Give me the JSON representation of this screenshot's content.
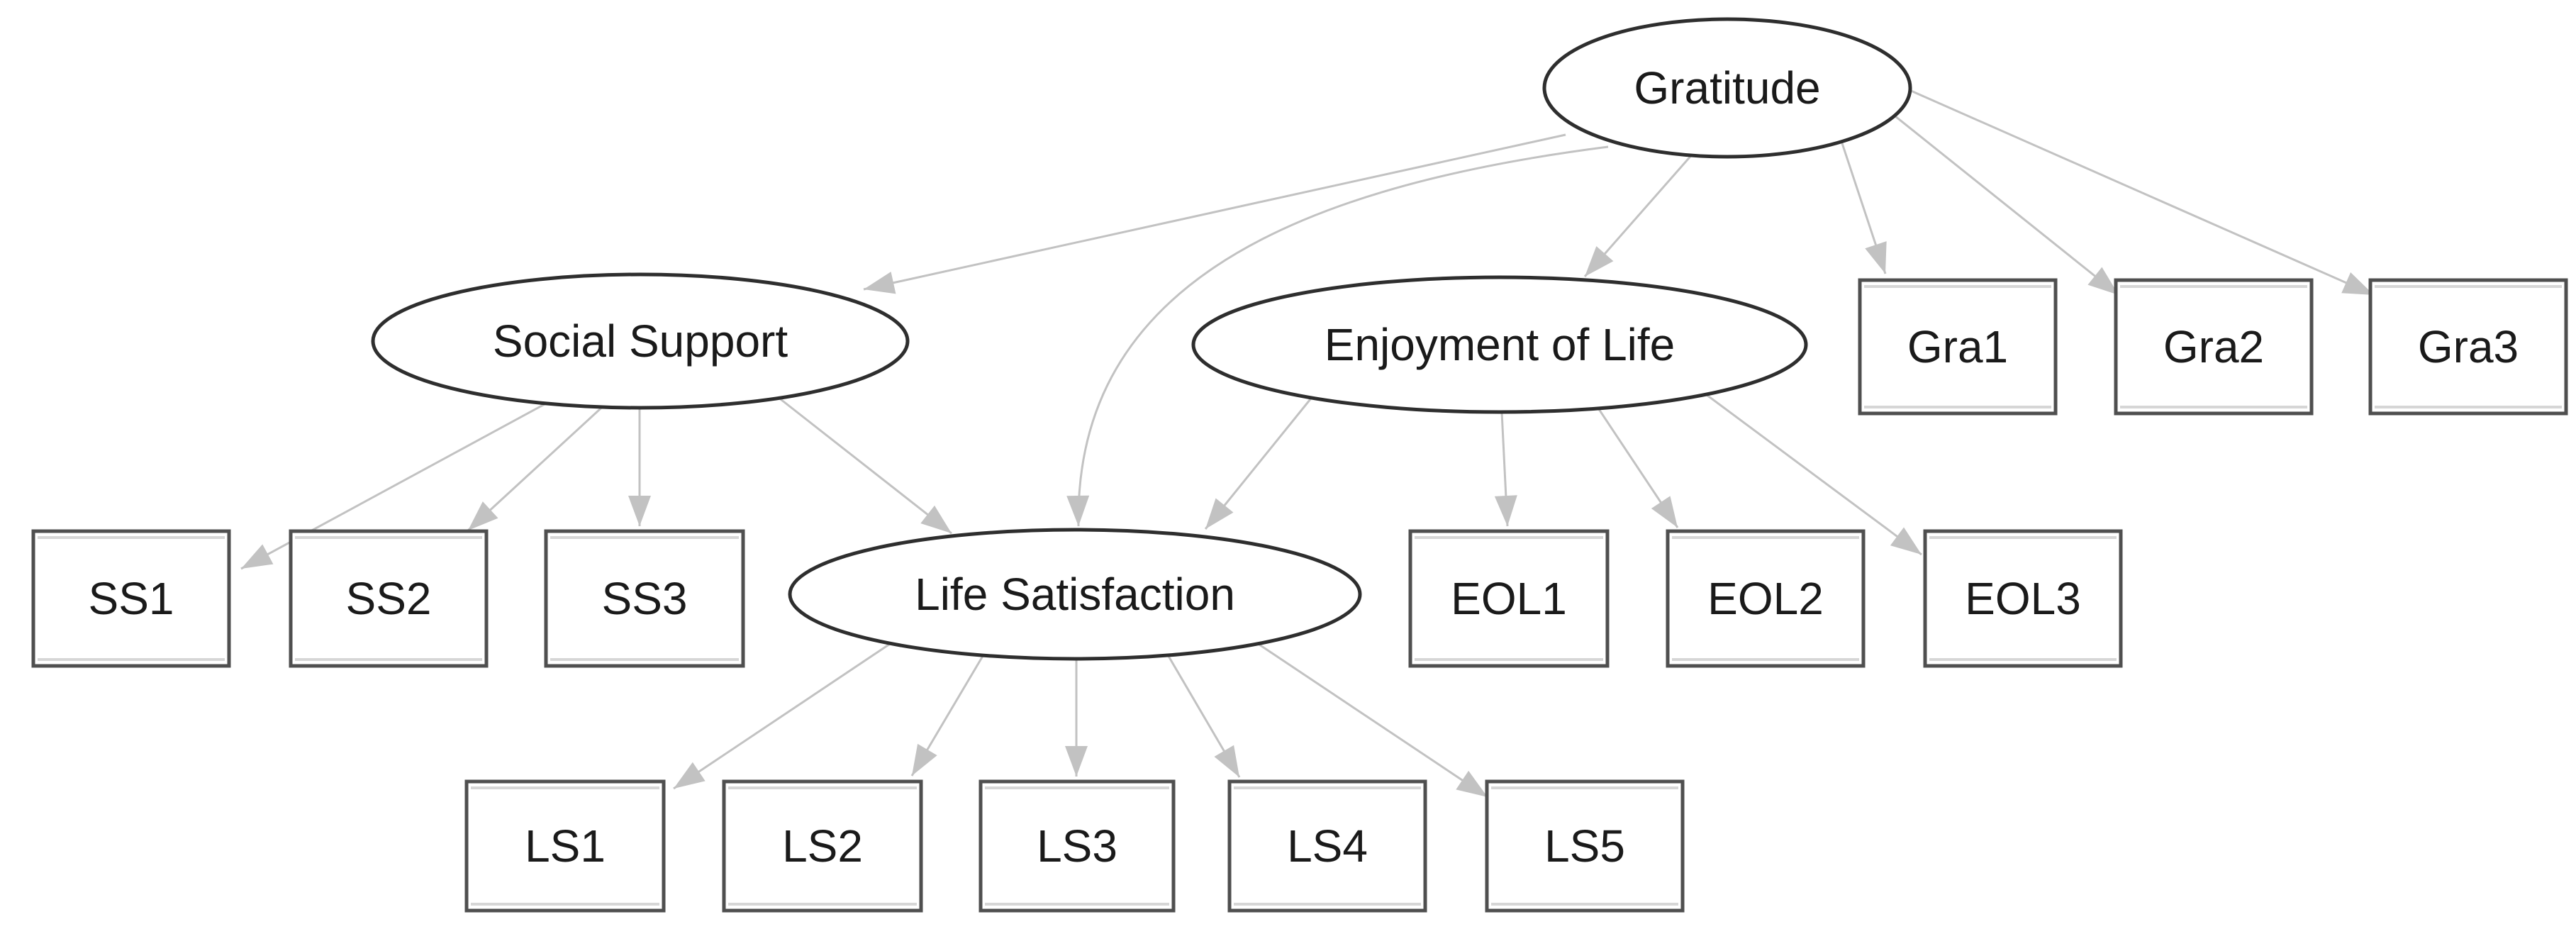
{
  "diagram": {
    "kind": "sem-path-diagram",
    "background": "#ffffff",
    "colors": {
      "edge": "#c2c2c2",
      "ellipse_stroke": "#2e2e2e",
      "box_stroke": "#4f4f4f",
      "box_inner_highlight": "#d6d6d6",
      "text": "#1a1a1a"
    },
    "nodes": [
      {
        "id": "gratitude",
        "label": "Gratitude",
        "shape": "ellipse",
        "role": "latent"
      },
      {
        "id": "social_support",
        "label": "Social Support",
        "shape": "ellipse",
        "role": "latent"
      },
      {
        "id": "enjoyment_of_life",
        "label": "Enjoyment of Life",
        "shape": "ellipse",
        "role": "latent"
      },
      {
        "id": "life_satisfaction",
        "label": "Life Satisfaction",
        "shape": "ellipse",
        "role": "latent"
      },
      {
        "id": "gra1",
        "label": "Gra1",
        "shape": "rect",
        "role": "observed"
      },
      {
        "id": "gra2",
        "label": "Gra2",
        "shape": "rect",
        "role": "observed"
      },
      {
        "id": "gra3",
        "label": "Gra3",
        "shape": "rect",
        "role": "observed"
      },
      {
        "id": "ss1",
        "label": "SS1",
        "shape": "rect",
        "role": "observed"
      },
      {
        "id": "ss2",
        "label": "SS2",
        "shape": "rect",
        "role": "observed"
      },
      {
        "id": "ss3",
        "label": "SS3",
        "shape": "rect",
        "role": "observed"
      },
      {
        "id": "eol1",
        "label": "EOL1",
        "shape": "rect",
        "role": "observed"
      },
      {
        "id": "eol2",
        "label": "EOL2",
        "shape": "rect",
        "role": "observed"
      },
      {
        "id": "eol3",
        "label": "EOL3",
        "shape": "rect",
        "role": "observed"
      },
      {
        "id": "ls1",
        "label": "LS1",
        "shape": "rect",
        "role": "observed"
      },
      {
        "id": "ls2",
        "label": "LS2",
        "shape": "rect",
        "role": "observed"
      },
      {
        "id": "ls3",
        "label": "LS3",
        "shape": "rect",
        "role": "observed"
      },
      {
        "id": "ls4",
        "label": "LS4",
        "shape": "rect",
        "role": "observed"
      },
      {
        "id": "ls5",
        "label": "LS5",
        "shape": "rect",
        "role": "observed"
      }
    ],
    "edges": [
      {
        "from": "gratitude",
        "to": "social_support"
      },
      {
        "from": "gratitude",
        "to": "life_satisfaction"
      },
      {
        "from": "gratitude",
        "to": "enjoyment_of_life"
      },
      {
        "from": "gratitude",
        "to": "gra1"
      },
      {
        "from": "gratitude",
        "to": "gra2"
      },
      {
        "from": "gratitude",
        "to": "gra3"
      },
      {
        "from": "social_support",
        "to": "ss1"
      },
      {
        "from": "social_support",
        "to": "ss2"
      },
      {
        "from": "social_support",
        "to": "ss3"
      },
      {
        "from": "social_support",
        "to": "life_satisfaction"
      },
      {
        "from": "enjoyment_of_life",
        "to": "life_satisfaction"
      },
      {
        "from": "enjoyment_of_life",
        "to": "eol1"
      },
      {
        "from": "enjoyment_of_life",
        "to": "eol2"
      },
      {
        "from": "enjoyment_of_life",
        "to": "eol3"
      },
      {
        "from": "life_satisfaction",
        "to": "ls1"
      },
      {
        "from": "life_satisfaction",
        "to": "ls2"
      },
      {
        "from": "life_satisfaction",
        "to": "ls3"
      },
      {
        "from": "life_satisfaction",
        "to": "ls4"
      },
      {
        "from": "life_satisfaction",
        "to": "ls5"
      }
    ]
  }
}
